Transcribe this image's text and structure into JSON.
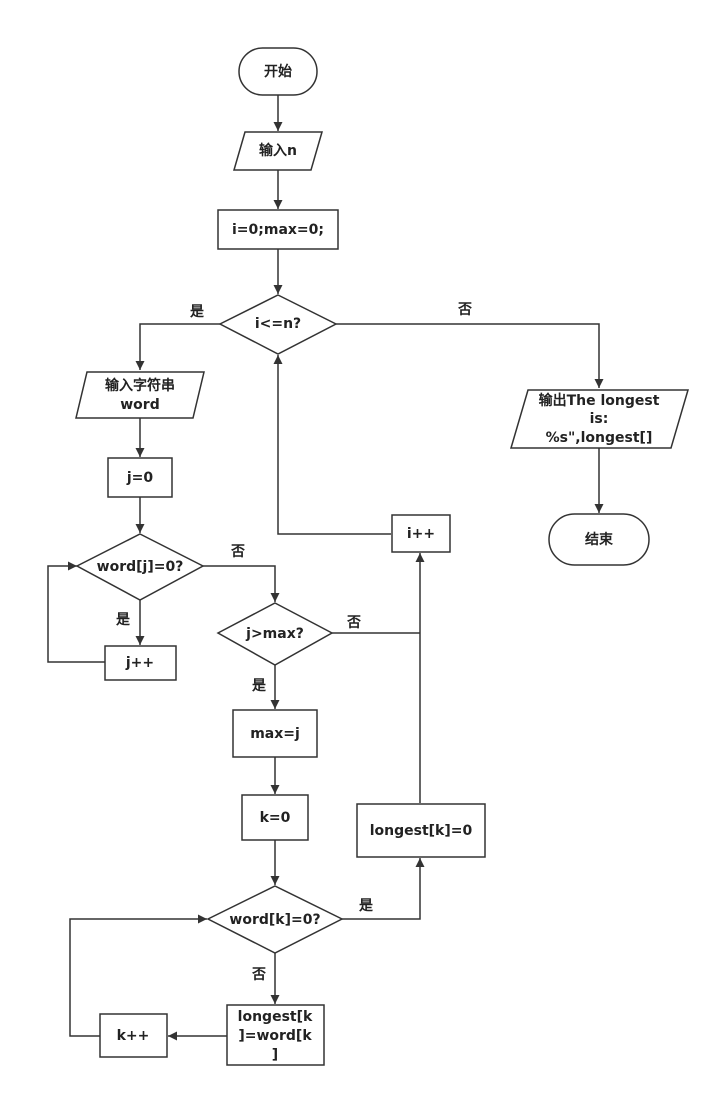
{
  "nodes": {
    "start": "开始",
    "input_n": "输入n",
    "init": "i=0;max=0;",
    "cond_i": "i<=n?",
    "input_word_1": "输入字符串",
    "input_word_2": "word",
    "j0": "j=0",
    "cond_word_j": "word[j]=0?",
    "jpp": "j++",
    "cond_jmax": "j>max?",
    "maxj": "max=j",
    "k0": "k=0",
    "cond_word_k": "word[k]=0?",
    "copy_1": "longest[k",
    "copy_2": "]=word[k",
    "copy_3": "]",
    "kpp": "k++",
    "term": "longest[k]=0",
    "ipp": "i++",
    "output_1": "输出The longest",
    "output_2": "is:",
    "output_3": "%s\",longest[]",
    "end": "结束"
  },
  "edge_labels": {
    "i_yes": "是",
    "i_no": "否",
    "j_no": "否",
    "j_yes": "是",
    "max_no": "否",
    "max_yes": "是",
    "k_yes": "是",
    "k_no": "否"
  }
}
